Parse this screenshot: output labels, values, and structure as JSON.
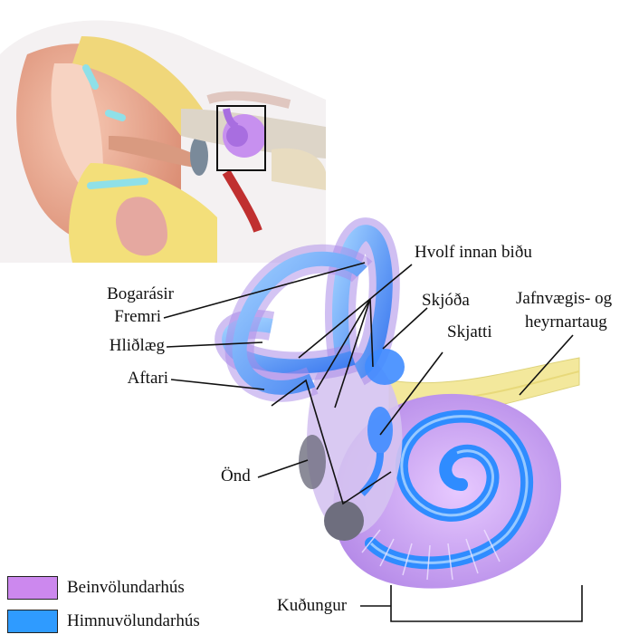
{
  "labels": {
    "bogarasir": "Bogarásir",
    "fremri": "Fremri",
    "hlidlaeg": "Hliðlæg",
    "aftari": "Aftari",
    "ond": "Önd",
    "hvolf": "Hvolf innan biðu",
    "skjoda": "Skjóða",
    "skjatti": "Skjatti",
    "taug_line1": "Jafnvægis- og",
    "taug_line2": "heyrnartaug",
    "kudungur": "Kuðungur"
  },
  "legend": [
    {
      "label": "Beinvölundarhús",
      "color": "#cc88ee"
    },
    {
      "label": "Himnuvölundarhús",
      "color": "#2f9bff"
    }
  ],
  "colors": {
    "skin": "#e8a88c",
    "bone": "#f3e07a",
    "membrane": "#5aaaff",
    "bony": "#c89cf0",
    "nerve": "#f0e89a"
  }
}
